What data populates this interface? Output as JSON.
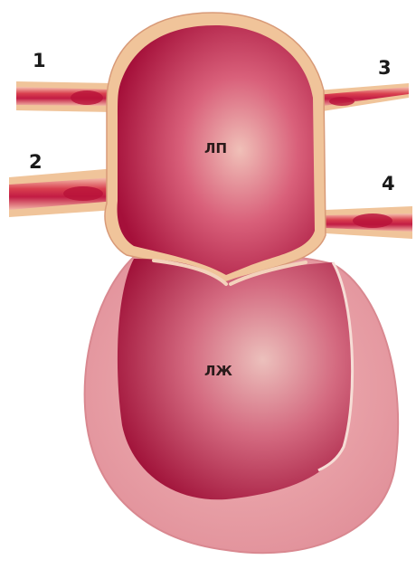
{
  "labels": {
    "vessel_1": "1",
    "vessel_2": "2",
    "vessel_3": "3",
    "vessel_4": "4",
    "left_atrium": "ЛП",
    "left_ventricle": "ЛЖ"
  },
  "colors": {
    "background": "#ffffff",
    "wall_tan": "#f0c49a",
    "wall_edge": "#d89a78",
    "atrium_inner_dark": "#b3123c",
    "atrium_inner_light": "#e8b2ad",
    "ventricle_wall": "#e59aa0",
    "ventricle_wall_edge": "#d4848c",
    "ventricle_inner_dark": "#a61038",
    "ventricle_inner_light": "#e0a2a2",
    "vessel_red": "#c41e45",
    "vessel_light": "#f3b0a8"
  }
}
